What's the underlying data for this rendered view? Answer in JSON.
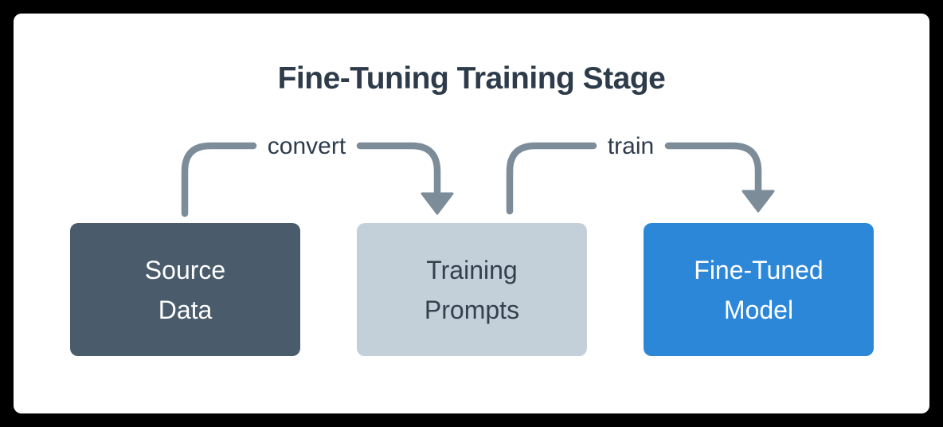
{
  "title": "Fine-Tuning Training Stage",
  "colors": {
    "outer_background": "#000000",
    "card_background": "#ffffff",
    "title_text": "#2d3b4a",
    "arrow": "#7d8c99",
    "edge_label_text": "#2e3c4b",
    "source_data_box": "#4a5b6b",
    "source_data_text": "#ffffff",
    "training_prompts_box": "#c4d0d9",
    "training_prompts_text": "#33414f",
    "fine_tuned_model_box": "#2d87d8",
    "fine_tuned_model_text": "#ffffff"
  },
  "diagram": {
    "nodes": [
      {
        "id": "source-data",
        "label": "Source Data",
        "line1": "Source",
        "line2": "Data"
      },
      {
        "id": "training-prompts",
        "label": "Training Prompts",
        "line1": "Training",
        "line2": "Prompts"
      },
      {
        "id": "fine-tuned-model",
        "label": "Fine-Tuned Model",
        "line1": "Fine-Tuned",
        "line2": "Model"
      }
    ],
    "edges": [
      {
        "from": "source-data",
        "to": "training-prompts",
        "label": "convert"
      },
      {
        "from": "training-prompts",
        "to": "fine-tuned-model",
        "label": "train"
      }
    ]
  }
}
